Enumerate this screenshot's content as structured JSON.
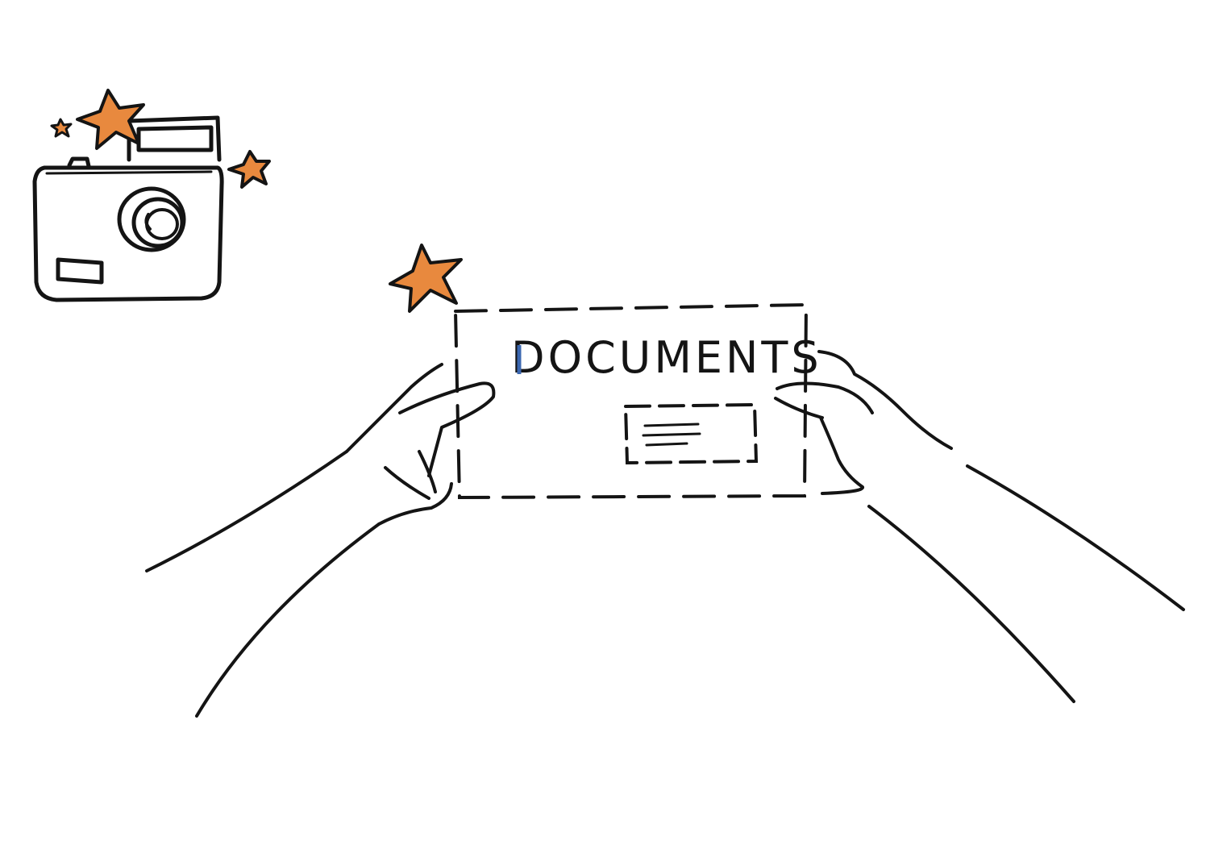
{
  "illustration": {
    "document_label": "DOCUMENTS",
    "colors": {
      "ink": "#141414",
      "star_fill": "#e8893e",
      "accent_blue": "#3b67b0",
      "background": "#ffffff"
    },
    "icons": [
      "camera-icon",
      "star-icon",
      "document-card",
      "hands"
    ]
  }
}
